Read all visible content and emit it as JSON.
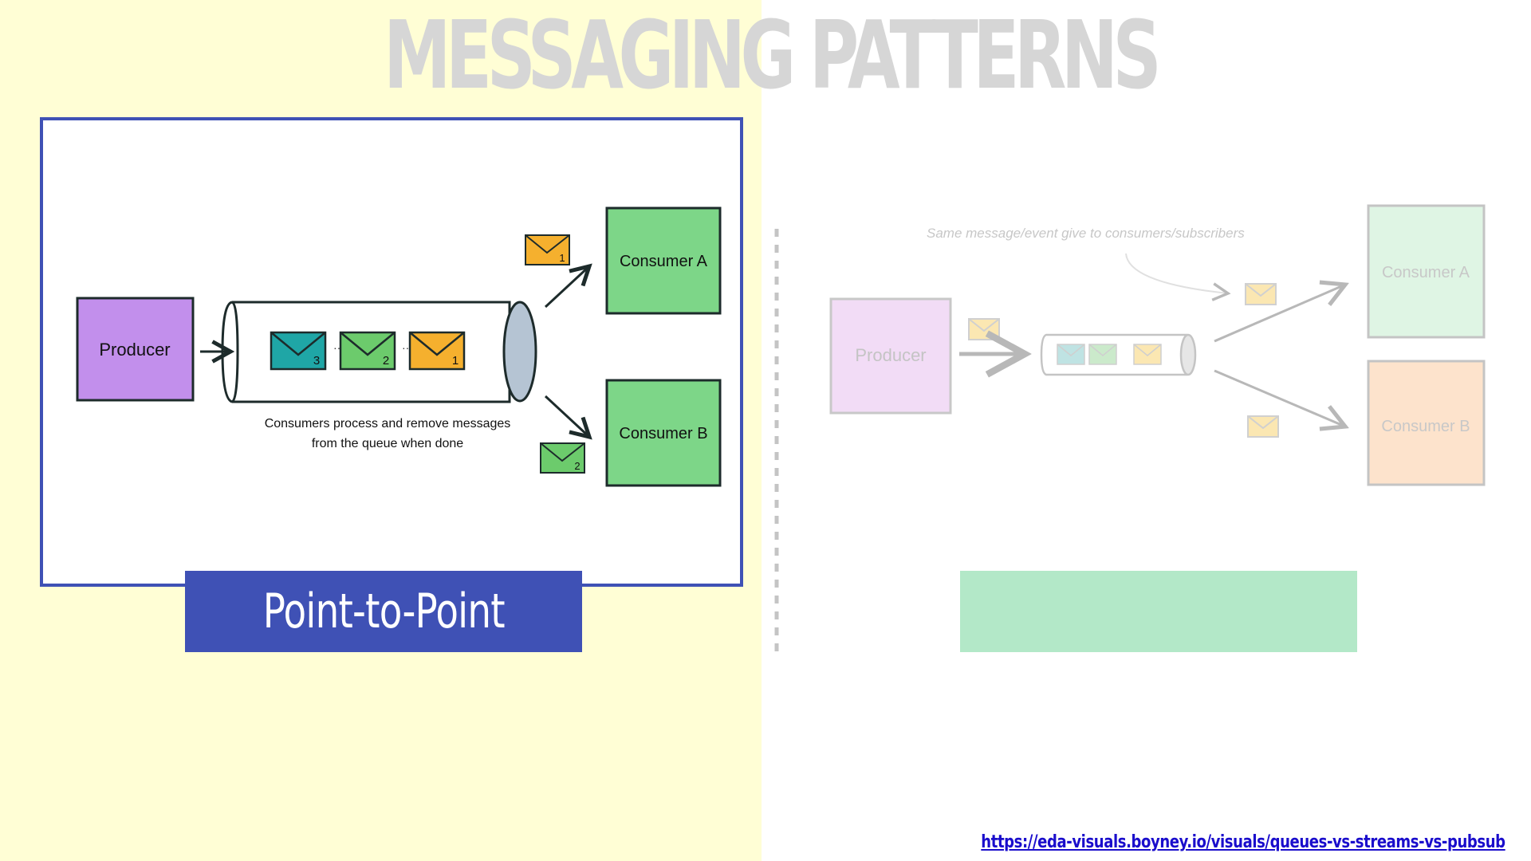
{
  "title": "MESSAGING PATTERNS",
  "point_to_point": {
    "producer": "Producer",
    "consumer_a": "Consumer A",
    "consumer_b": "Consumer B",
    "queue_messages": [
      "3",
      "2",
      "1"
    ],
    "msg_to_a": "1",
    "msg_to_b": "2",
    "caption_line1": "Consumers process and remove messages",
    "caption_line2": "from the queue when done",
    "label": "Point-to-Point"
  },
  "pub_sub": {
    "annotation": "Same message/event give to consumers/subscribers",
    "producer": "Producer",
    "consumer_a": "Consumer A",
    "consumer_b": "Consumer B",
    "label": ""
  },
  "source_link": "https://eda-visuals.boyney.io/visuals/queues-vs-streams-vs-pubsub",
  "colors": {
    "left_background": "#fffed5",
    "accent_blue": "#3f51b5",
    "producer_purple": "#c28fec",
    "consumer_green": "#7dd688",
    "envelope_teal": "#1fa6a6",
    "envelope_green": "#6ccb6c",
    "envelope_orange": "#f5b02e",
    "pubsub_label_green": "#b3e8c8"
  }
}
